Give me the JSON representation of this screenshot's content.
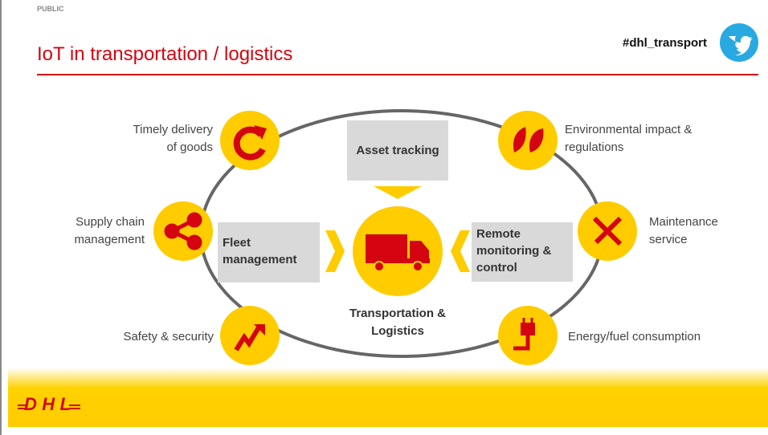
{
  "header": {
    "classification": "PUBLIC",
    "title": "IoT in transportation / logistics",
    "hashtag": "#dhl_transport"
  },
  "center": {
    "label_line1": "Transportation &",
    "label_line2": "Logistics"
  },
  "boxes": {
    "asset": "Asset tracking",
    "fleet_1": "Fleet",
    "fleet_2": "management",
    "remote_1": "Remote",
    "remote_2": "monitoring &",
    "remote_3": "control"
  },
  "items": {
    "timely_1": "Timely delivery",
    "timely_2": "of goods",
    "supply_1": "Supply chain",
    "supply_2": "management",
    "safety": "Safety & security",
    "env_1": "Environmental impact &",
    "env_2": "regulations",
    "maint_1": "Maintenance",
    "maint_2": "service",
    "energy": "Energy/fuel consumption"
  },
  "footer": {
    "logo": "DHL"
  },
  "colors": {
    "red": "#d40511",
    "yellow": "#ffcc00",
    "gray_box": "#d9d9d9",
    "twitter": "#29a9e1"
  }
}
